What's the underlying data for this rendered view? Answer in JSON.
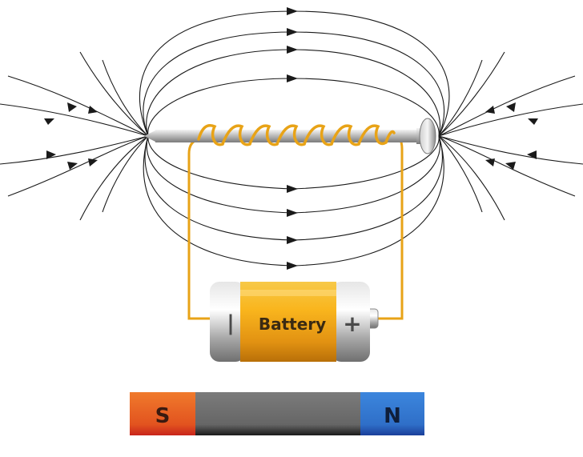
{
  "battery": {
    "label": "Battery",
    "negative_symbol": "|",
    "positive_symbol": "+"
  },
  "bar_magnet": {
    "south_label": "S",
    "north_label": "N"
  },
  "colors": {
    "field_line": "#1a1a1a",
    "wire": "#e8a317",
    "battery_body": "#f2b01e",
    "magnet_south": "#e2531f",
    "magnet_north": "#2f6fc8",
    "magnet_middle": "#6e6e6e"
  }
}
